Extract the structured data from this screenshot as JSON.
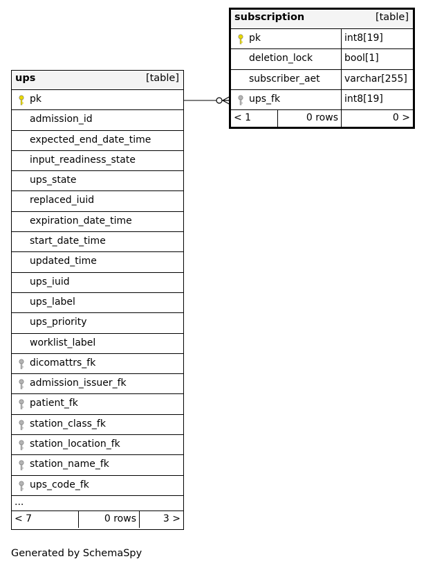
{
  "ups": {
    "name": "ups",
    "kind": "[table]",
    "columns": [
      {
        "label": "pk",
        "key": "primary-key-icon"
      },
      {
        "label": "admission_id",
        "key": ""
      },
      {
        "label": "expected_end_date_time",
        "key": ""
      },
      {
        "label": "input_readiness_state",
        "key": ""
      },
      {
        "label": "ups_state",
        "key": ""
      },
      {
        "label": "replaced_iuid",
        "key": ""
      },
      {
        "label": "expiration_date_time",
        "key": ""
      },
      {
        "label": "start_date_time",
        "key": ""
      },
      {
        "label": "updated_time",
        "key": ""
      },
      {
        "label": "ups_iuid",
        "key": ""
      },
      {
        "label": "ups_label",
        "key": ""
      },
      {
        "label": "ups_priority",
        "key": ""
      },
      {
        "label": "worklist_label",
        "key": ""
      },
      {
        "label": "dicomattrs_fk",
        "key": "foreign-key-icon"
      },
      {
        "label": "admission_issuer_fk",
        "key": "foreign-key-icon"
      },
      {
        "label": "patient_fk",
        "key": "foreign-key-icon"
      },
      {
        "label": "station_class_fk",
        "key": "foreign-key-icon"
      },
      {
        "label": "station_location_fk",
        "key": "foreign-key-icon"
      },
      {
        "label": "station_name_fk",
        "key": "foreign-key-icon"
      },
      {
        "label": "ups_code_fk",
        "key": "foreign-key-icon"
      }
    ],
    "ellipsis": "...",
    "footer": {
      "parents": "< 7",
      "rows": "0 rows",
      "children": "3 >"
    }
  },
  "subscription": {
    "name": "subscription",
    "kind": "[table]",
    "columns": [
      {
        "label": "pk",
        "type": "int8[19]",
        "key": "primary-key-icon"
      },
      {
        "label": "deletion_lock",
        "type": "bool[1]",
        "key": ""
      },
      {
        "label": "subscriber_aet",
        "type": "varchar[255]",
        "key": ""
      },
      {
        "label": "ups_fk",
        "type": "int8[19]",
        "key": "foreign-key-icon"
      }
    ],
    "footer": {
      "parents": "< 1",
      "rows": "0 rows",
      "children": "0 >"
    }
  },
  "colors": {
    "primary_key": "#e8d800",
    "foreign_key": "#b4b4b4",
    "header_bg": "#f4f4f4"
  },
  "footer_note": "Generated by SchemaSpy"
}
